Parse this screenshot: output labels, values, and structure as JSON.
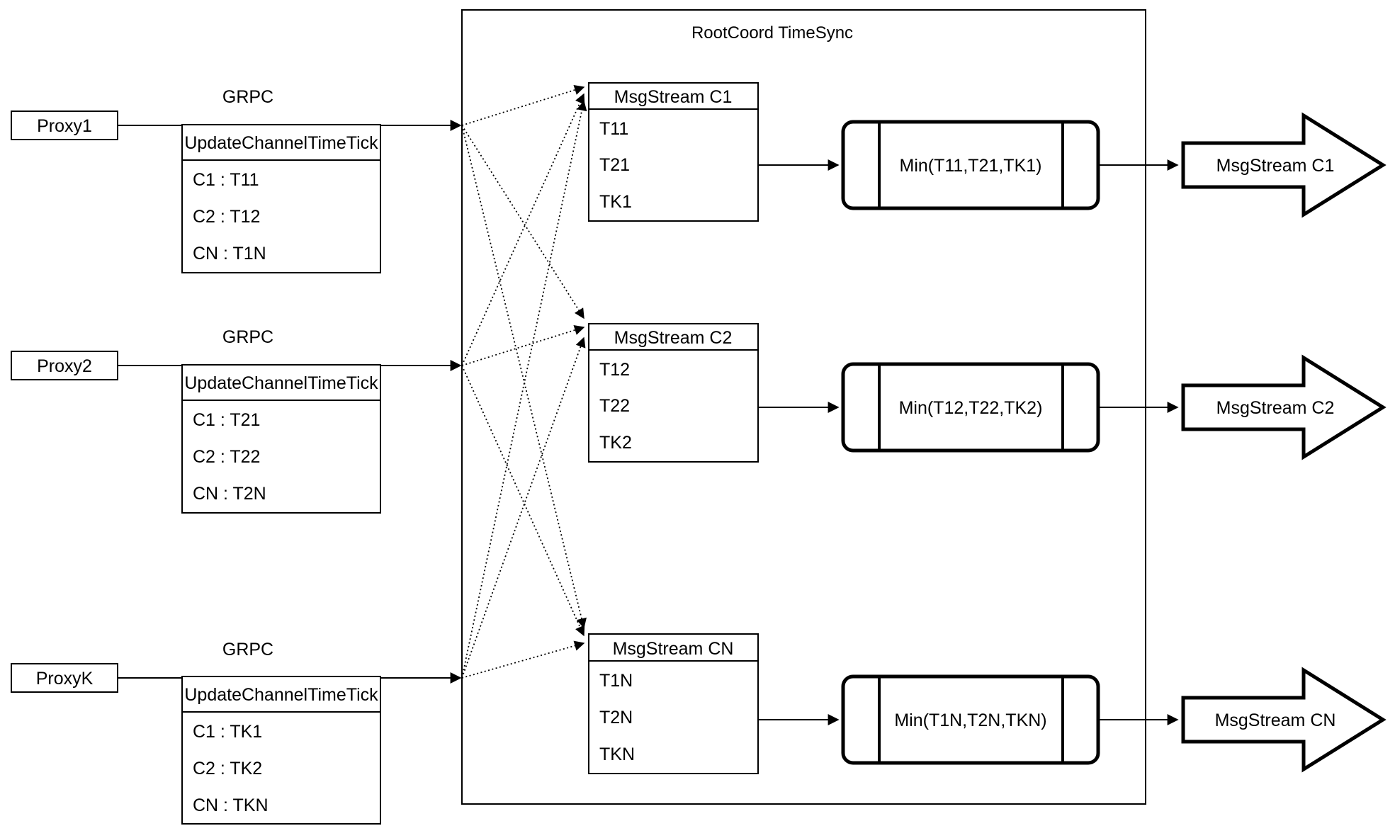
{
  "diagram": {
    "container_title": "RootCoord TimeSync",
    "colors": {
      "ink": "#000000",
      "paper": "#ffffff"
    },
    "rows": [
      {
        "proxy": "Proxy1",
        "protocol": "GRPC",
        "message": {
          "title": "UpdateChannelTimeTick",
          "entries": [
            "C1 :  T11",
            "C2 :  T12",
            "CN : T1N"
          ]
        },
        "stream_table": {
          "title": "MsgStream C1",
          "entries": [
            "T11",
            "T21",
            "TK1"
          ]
        },
        "min_label": "Min(T11,T21,TK1)",
        "output_label": "MsgStream C1"
      },
      {
        "proxy": "Proxy2",
        "protocol": "GRPC",
        "message": {
          "title": "UpdateChannelTimeTick",
          "entries": [
            "C1 :  T21",
            "C2 :  T22",
            "CN : T2N"
          ]
        },
        "stream_table": {
          "title": "MsgStream C2",
          "entries": [
            "T12",
            "T22",
            "TK2"
          ]
        },
        "min_label": "Min(T12,T22,TK2)",
        "output_label": "MsgStream C2"
      },
      {
        "proxy": "ProxyK",
        "protocol": "GRPC",
        "message": {
          "title": "UpdateChannelTimeTick",
          "entries": [
            "C1 :  TK1",
            "C2 :  TK2",
            "CN : TKN"
          ]
        },
        "stream_table": {
          "title": "MsgStream CN",
          "entries": [
            "T1N",
            "T2N",
            "TKN"
          ]
        },
        "min_label": "Min(T1N,T2N,TKN)",
        "output_label": "MsgStream CN"
      }
    ]
  }
}
